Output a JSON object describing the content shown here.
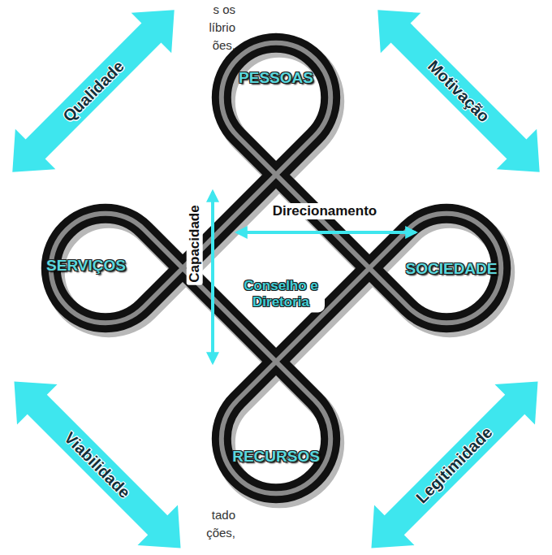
{
  "diagram": {
    "nodes": [
      {
        "text": [
          "PESSOAS"
        ]
      },
      {
        "text": [
          "SERVIÇOS"
        ]
      },
      {
        "text": [
          "Conselho e Diretoria"
        ]
      },
      {
        "text": [
          "SOCIEDADE"
        ]
      },
      {
        "text": [
          "RECURSOS"
        ]
      }
    ],
    "labels": [
      "s os",
      "líbrio",
      "ões.",
      "Qualidade",
      "Motivação",
      "Direcionamento",
      "Capacidade",
      "Viabilidade",
      "Legitimidade",
      "tado",
      "ções,"
    ]
  }
}
